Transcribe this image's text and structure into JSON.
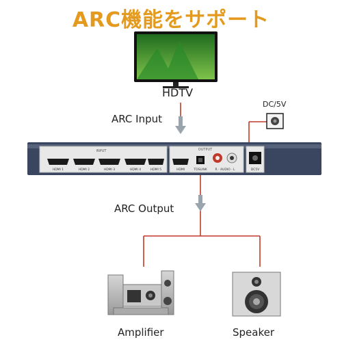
{
  "title": "ARC機能をサポート",
  "labels": {
    "hdtv": "HDTV",
    "arc_input": "ARC Input",
    "dc": "DC/5V",
    "arc_output": "ARC Output",
    "amplifier": "Amplifier",
    "speaker": "Speaker"
  },
  "device": {
    "input_label": "INPUT",
    "output_label": "OUTPUT",
    "ports": [
      "HDMI 1",
      "HDMI 2",
      "HDMI 3",
      "HDMI 4",
      "HDMI 5"
    ],
    "out_port": "HDMI",
    "toslink": "TOSLINK",
    "audio": "R · AUDIO · L",
    "dc_port": "DC5V"
  },
  "colors": {
    "title": "#e39a1e",
    "wire": "#c0392b",
    "device_body": "#3a4660",
    "panel": "#e8e8e8"
  }
}
